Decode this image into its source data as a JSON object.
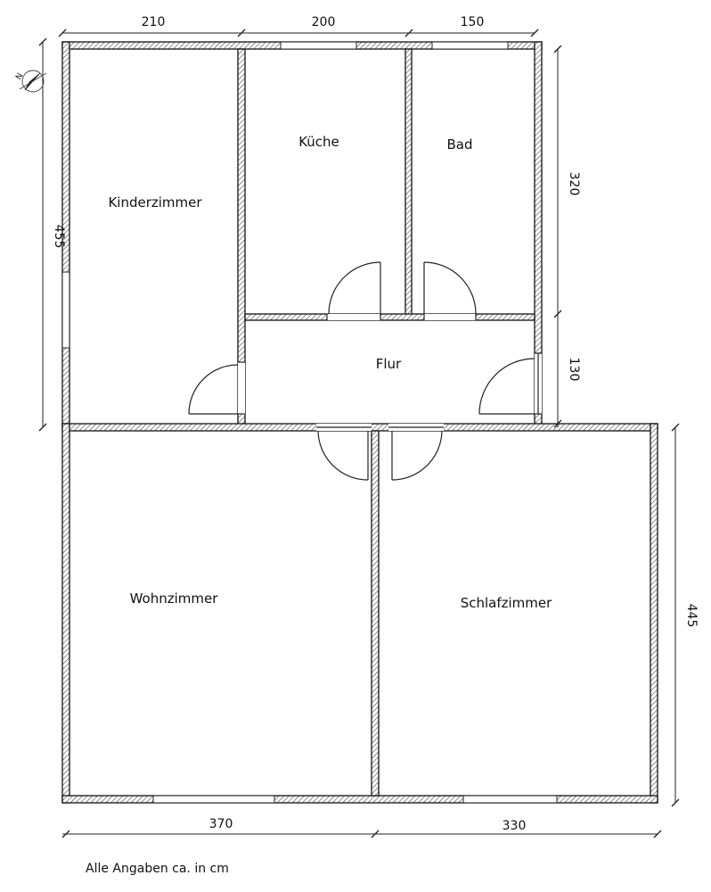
{
  "rooms": {
    "kinderzimmer": "Kinderzimmer",
    "kueche": "Küche",
    "bad": "Bad",
    "flur": "Flur",
    "wohnzimmer": "Wohnzimmer",
    "schlafzimmer": "Schlafzimmer"
  },
  "dimensions": {
    "top_1": "210",
    "top_2": "200",
    "top_3": "150",
    "left": "455",
    "right_1": "320",
    "right_2": "130",
    "right_lower": "445",
    "bottom_1": "370",
    "bottom_2": "330"
  },
  "compass_letter": "N",
  "note": "Alle Angaben ca. in cm"
}
